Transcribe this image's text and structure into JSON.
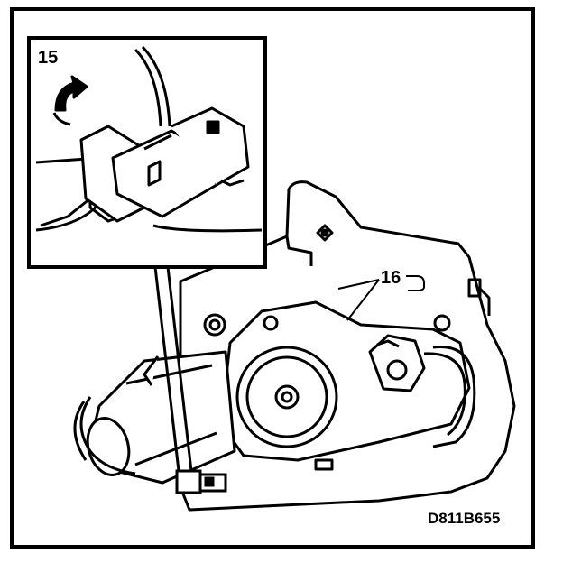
{
  "diagram": {
    "callouts": [
      {
        "id": "15",
        "label": "15"
      },
      {
        "id": "16",
        "label": "16"
      }
    ],
    "figure_reference": "D811B655",
    "colors": {
      "ink": "#000000",
      "paper": "#ffffff"
    }
  }
}
